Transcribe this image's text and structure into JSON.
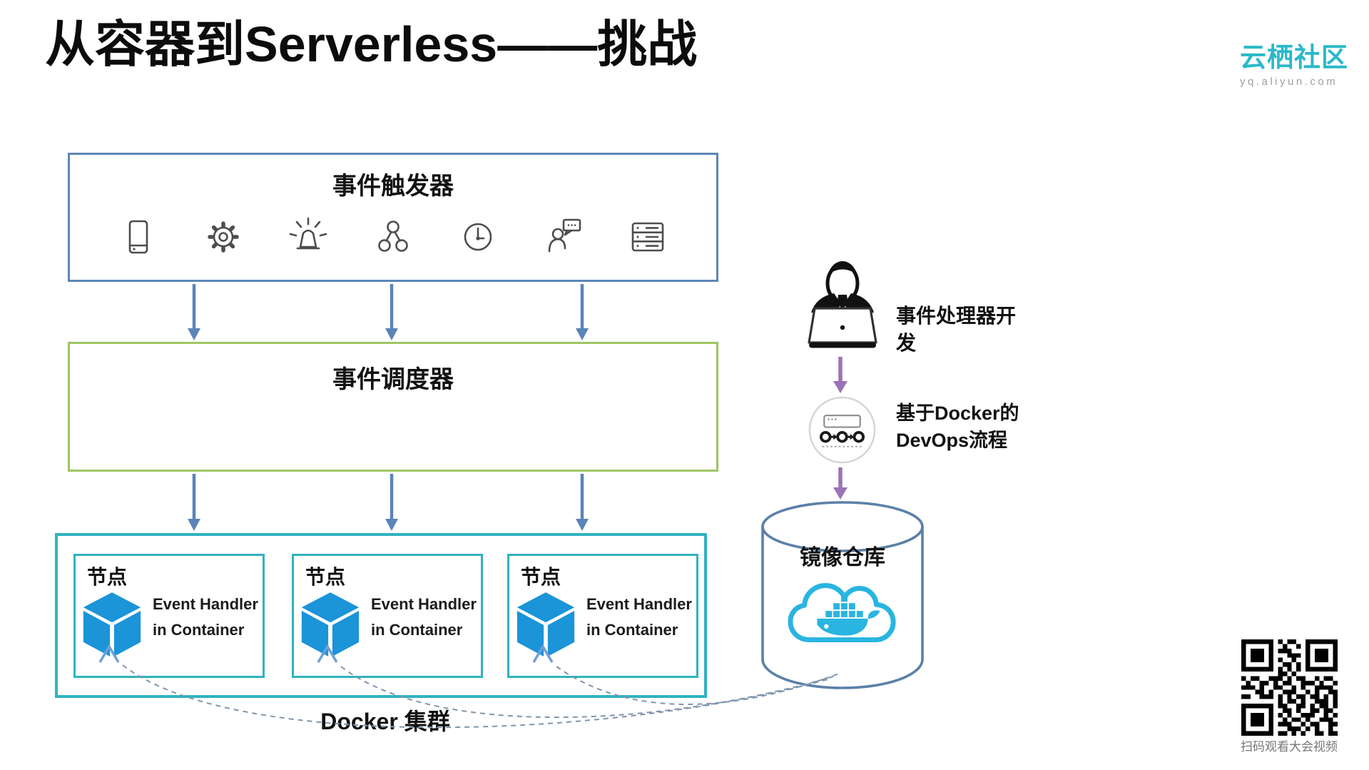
{
  "page": {
    "title": "从容器到Serverless——挑战",
    "background": "#ffffff"
  },
  "logo": {
    "name": "云栖社区",
    "domain": "yq.aliyun.com",
    "color": "#2ab9c9"
  },
  "diagram": {
    "trigger_box": {
      "label": "事件触发器",
      "border_color": "#5b87b8",
      "icons": [
        "smartphone-icon",
        "gear-icon",
        "siren-icon",
        "share-network-icon",
        "clock-icon",
        "chat-user-icon",
        "server-icon"
      ]
    },
    "scheduler_box": {
      "label": "事件调度器",
      "border_color": "#9fc563"
    },
    "cluster_box": {
      "border_color": "#2fb3bf",
      "caption": "Docker 集群",
      "nodes": [
        {
          "label": "节点",
          "handler_text": "Event Handler in Container"
        },
        {
          "label": "节点",
          "handler_text": "Event Handler in Container"
        },
        {
          "label": "节点",
          "handler_text": "Event Handler in Container"
        }
      ]
    },
    "arrow_color": "#5b84b8",
    "dashed_link_color": "#8095ad",
    "cube_color": "#1b94d8"
  },
  "pipeline": {
    "developer": {
      "label": "事件处理器开发",
      "icon": "developer-laptop-icon"
    },
    "devops": {
      "label": "基于Docker的DevOps流程",
      "icon": "devops-pipeline-icon"
    },
    "registry": {
      "label": "镜像仓库",
      "icon": "docker-whale-cloud-icon",
      "border_color": "#5c80a8",
      "docker_color": "#29b5e0"
    },
    "arrow_color": "#9b72b8"
  },
  "qr": {
    "caption": "扫码观看大会视频",
    "modules": [
      "111111101011001111111",
      "100000100100101000001",
      "101110101110001011101",
      "101110100011101011101",
      "101110101001001011101",
      "100000100110101000001",
      "111111101010101111111",
      "000000001101000000000",
      "101100111010110010110",
      "010011010110011101001",
      "111010011001010011110",
      "000110100111001010011",
      "110011101010110110101",
      "000000001011010011101",
      "111111101100110101101",
      "100000100110100110110",
      "101110101010011100101",
      "101110100101101001110",
      "101110101110010110011",
      "100000100011101010010",
      "111111101101010011011"
    ]
  }
}
